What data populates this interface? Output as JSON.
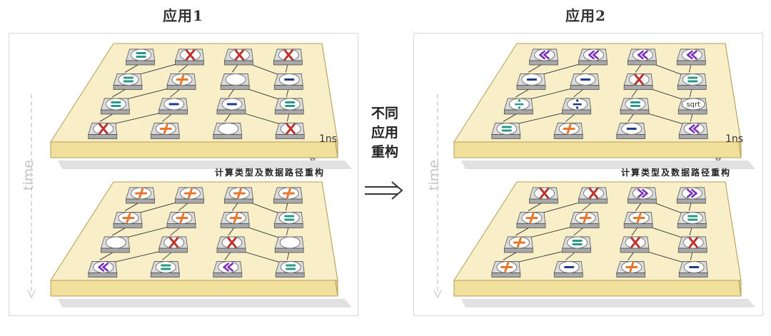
{
  "left": {
    "title": "应用1",
    "time_label": "time",
    "step_label": "1ns",
    "caption": "计算类型及数据路径重构",
    "top_grid": [
      [
        "teal-eq",
        "red-x",
        "red-x",
        "red-x"
      ],
      [
        "teal-eq",
        "orange-plus",
        "blank",
        "navy-minus"
      ],
      [
        "teal-eq",
        "navy-minus",
        "navy-minus",
        "teal-eq"
      ],
      [
        "red-x",
        "orange-plus",
        "blank",
        "red-x"
      ]
    ],
    "bottom_grid": [
      [
        "orange-plus",
        "orange-plus",
        "orange-plus",
        "orange-plus"
      ],
      [
        "orange-plus",
        "orange-plus",
        "orange-plus",
        "teal-eq"
      ],
      [
        "blank",
        "red-x",
        "red-x",
        "blank"
      ],
      [
        "purple-shift",
        "teal-eq",
        "purple-shift",
        "teal-eq"
      ]
    ]
  },
  "middle": {
    "lines": [
      "不同",
      "应用",
      "重构"
    ],
    "arrow_icon": "double-arrow-right-icon"
  },
  "right": {
    "title": "应用2",
    "time_label": "time",
    "step_label": "1ns",
    "caption": "计算类型及数据路径重构",
    "sqrt_label": "sqrt",
    "top_grid": [
      [
        "purple-shift",
        "purple-shift",
        "purple-shift",
        "purple-shift"
      ],
      [
        "navy-minus",
        "navy-minus",
        "red-x",
        "teal-eq"
      ],
      [
        "teal-div",
        "navy-div",
        "teal-eq",
        "sqrt"
      ],
      [
        "teal-eq",
        "orange-plus",
        "navy-minus",
        "purple-shift"
      ]
    ],
    "bottom_grid": [
      [
        "red-x",
        "red-x",
        "purple-right",
        "purple-right"
      ],
      [
        "orange-plus",
        "orange-plus",
        "orange-plus",
        "teal-eq"
      ],
      [
        "orange-plus",
        "teal-eq",
        "red-x",
        "red-x"
      ],
      [
        "orange-plus",
        "navy-minus",
        "orange-plus",
        "navy-minus"
      ]
    ]
  },
  "colors": {
    "board_top": "#f8efc9",
    "board_side": "#f1df9c",
    "board_shadow": "#e1e1e1",
    "teal": "#2a9a86",
    "red": "#c0302b",
    "orange": "#e9762a",
    "navy": "#1f3c85",
    "purple": "#7c2fb8"
  }
}
